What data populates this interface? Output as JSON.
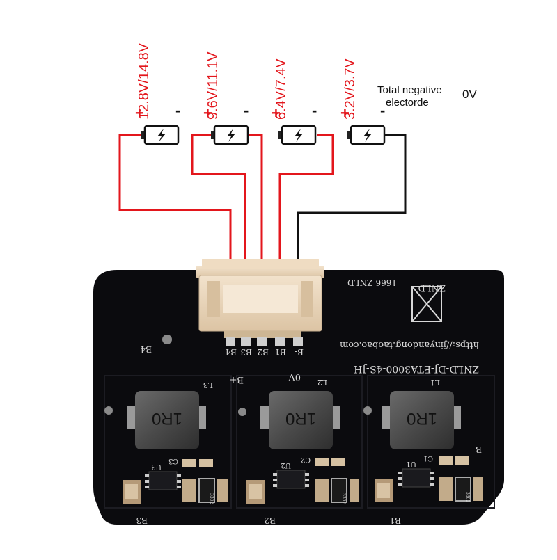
{
  "voltage_labels": [
    "12.8V/14.8V",
    "9.6V/11.1V",
    "6.4V/7.4V",
    "3.2V/3.7V"
  ],
  "plus_sign": "+",
  "minus_sign": "-",
  "total_negative_line1": "Total negative",
  "total_negative_line2": "electorde",
  "zero_volt": "0V",
  "pin_labels": [
    "B-",
    "B1",
    "B2",
    "B3",
    "B4"
  ],
  "board": {
    "bplus": "B+",
    "ov": "0V",
    "b4_side": "B4",
    "connector_code": "1666-ZNLD",
    "brand": "ZNLD",
    "url": "https://jinyandong.taobao.com",
    "model": "ZNLD-DJ-ETA3000-4S-JH",
    "inductor_marking": "1R0",
    "inductor_refs": [
      "L3",
      "L2",
      "L1"
    ],
    "chip_refs": [
      "U3",
      "U2",
      "U1"
    ],
    "cap_refs": [
      "C3",
      "C2",
      "C1"
    ],
    "resistor_marking": "3302",
    "balance_refs": [
      "B3",
      "B2",
      "B1"
    ],
    "bminus_right": "B-"
  },
  "colors": {
    "wire_positive": "#e3161c",
    "wire_negative": "#111111",
    "pcb": "#0b0b0e",
    "connector": "#e8d4b8",
    "label_red": "#e3161c"
  }
}
